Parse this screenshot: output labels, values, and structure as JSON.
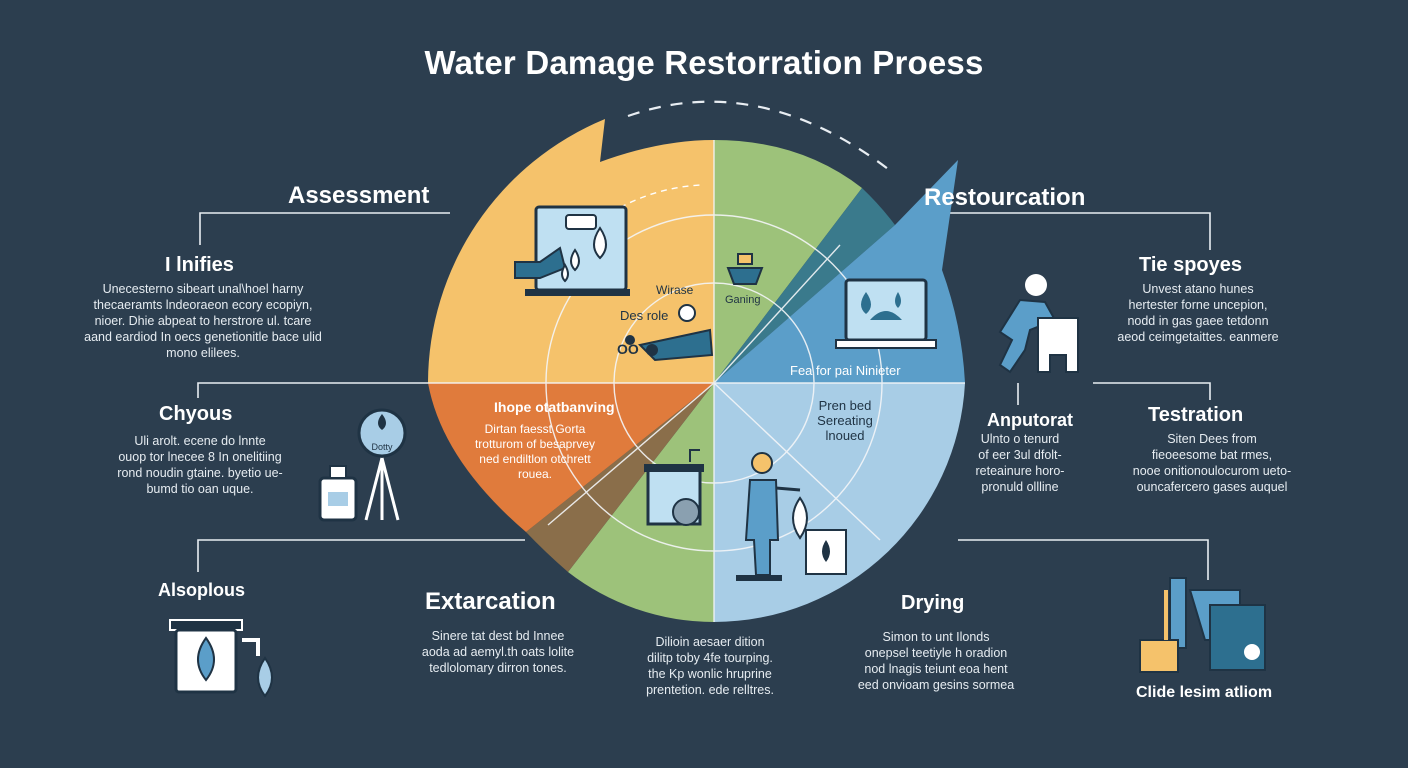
{
  "title": "Water Damage Restorration Proess",
  "colors": {
    "background": "#2c3e4f",
    "assessment": "#f5c26b",
    "removal": "#e07b3c",
    "extraction": "#9dc27a",
    "drying": "#a8cde6",
    "restoration": "#5b9ec9",
    "lines": "#e8edf2"
  },
  "sections": {
    "assessment": {
      "title": "Assessment"
    },
    "restoration": {
      "title": "Restourcation"
    },
    "extraction": {
      "title": "Extarcation",
      "lines": [
        "Sinere tat dest bd Innee",
        "aoda ad aemyl.th oats lolite",
        "tedlolomary dirron tones."
      ]
    },
    "drying": {
      "title": "Drying",
      "lines": [
        "Simon to unt Ilonds",
        "onepsel teetiyle h oradion",
        "nod lnagis teiunt eoa hent",
        "eed onvioam gesins sormea"
      ]
    }
  },
  "left_items": [
    {
      "title": "I lnifies",
      "lines": [
        "Unecesterno sibeart unal\\hoel harny",
        "thecaeramts lndeoraeon ecory ecopiyn,",
        "nioer. Dhie abpeat to herstrore ul. tcare",
        "aand eardiod In oecs genetionitle bace ulid",
        "mono elilees."
      ]
    },
    {
      "title": "Chyous",
      "lines": [
        "Uli arolt. ecene do lnnte",
        "ouop tor lnecee 8 In onelitiing",
        "rond noudin gtaine. byetio ue-",
        "bumd tio oan uque."
      ]
    },
    {
      "title": "Alsoplous",
      "lines": []
    }
  ],
  "right_items": [
    {
      "title": "Tie spoyes",
      "lines": [
        "Unvest atano hunes",
        "hertester forne uncepion,",
        "nodd in gas gaee tetdonn",
        "aeod ceimgetaittes. eanmere"
      ]
    },
    {
      "title": "Testration",
      "lines": [
        "Siten Dees from",
        "fieoeesome bat rmes,",
        "nooe onitionoulocurom ueto-",
        "ouncafercero gases auquel"
      ]
    },
    {
      "title": "Clide lesim atliom",
      "lines": []
    }
  ],
  "anputorat": {
    "title": "Anputorat",
    "lines": [
      "Ulnto o tenurd",
      "of eer 3ul dfolt-",
      "reteainure horo-",
      "pronuld ollline"
    ]
  },
  "wheel_labels": {
    "wirase": "Wirase",
    "des_role": "Des role",
    "oo": "OO",
    "gening": "Ganing",
    "fee_for": "Fea for pai Ninieter",
    "removal_title": "Ihope otatbanving",
    "removal_lines": [
      "Dirtan faesst Gorta",
      "trotturom of besaprvey",
      "ned endiltlon otchrett",
      "rouea."
    ],
    "pren_bed": [
      "Pren bed",
      "Sereating",
      "lnoued"
    ],
    "bottom_lines": [
      "Dilioin aesaer dition",
      "dilitp toby 4fe tourping.",
      "the Kp wonlic hruprine",
      "prentetion. ede relltres."
    ],
    "bottle_label": "Dotty"
  }
}
